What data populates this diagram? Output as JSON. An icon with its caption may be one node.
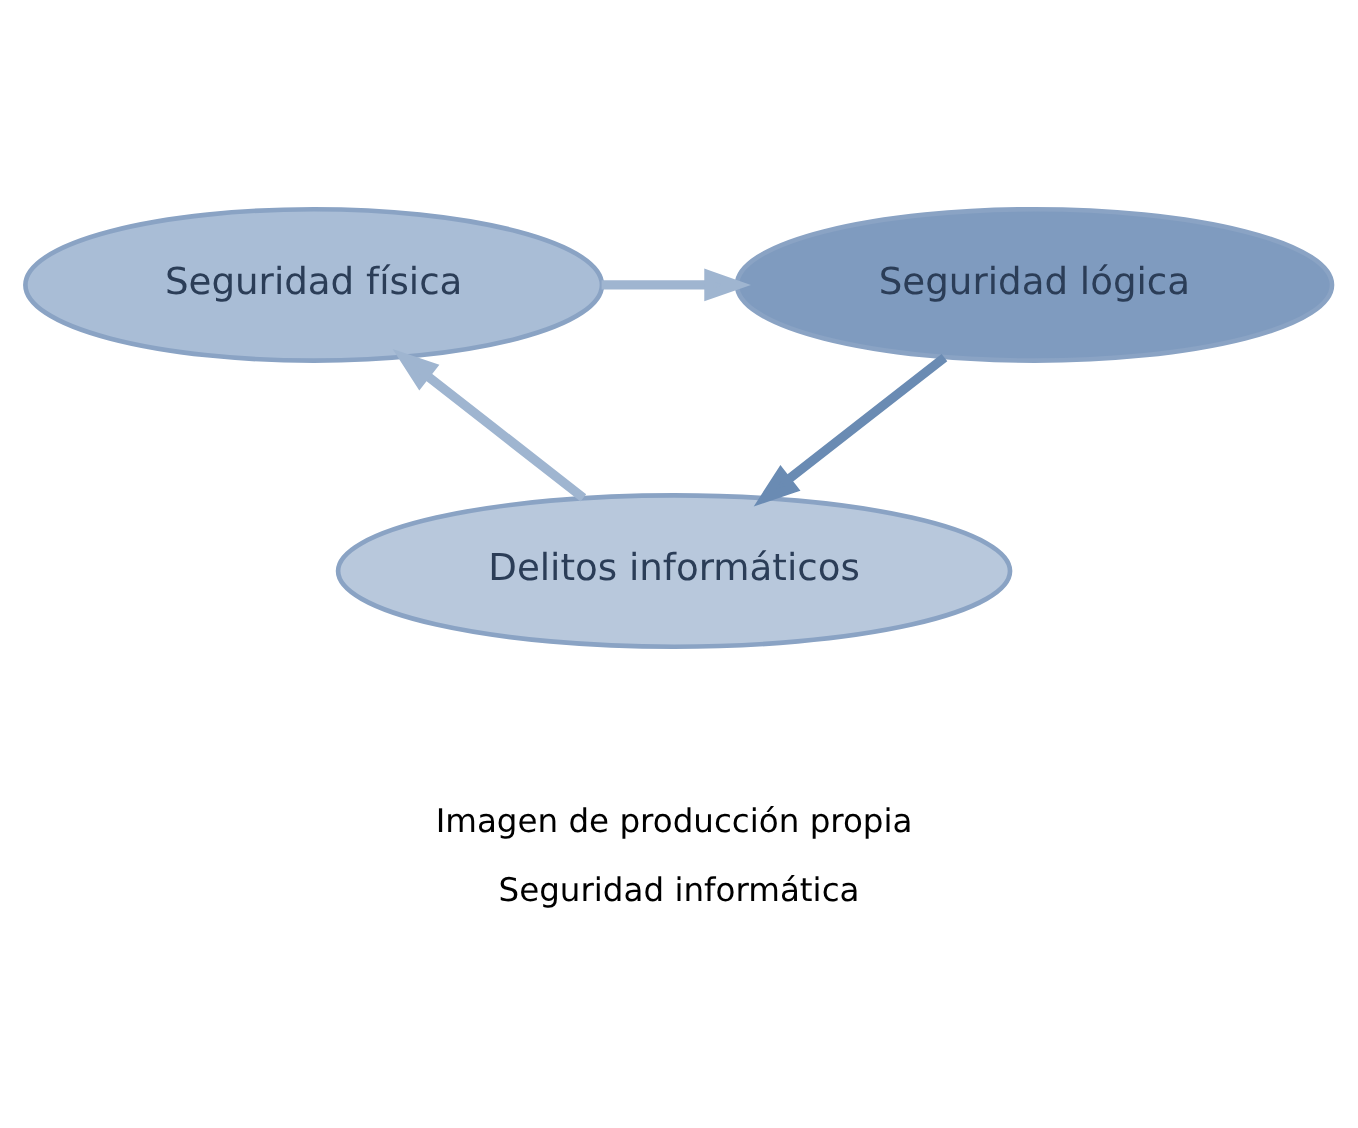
{
  "diagram": {
    "caption": "Seguridad informática",
    "nodes": [
      {
        "text": [
          "Seguridad física"
        ]
      },
      {
        "text": [
          "Seguridad lógica"
        ]
      },
      {
        "text": [
          "Delitos informáticos"
        ]
      }
    ],
    "edges": [
      {
        "from": 0,
        "to": 1,
        "arrow": "to"
      },
      {
        "from": 1,
        "to": 2,
        "arrow": "to",
        "color": "#6a8bb3"
      },
      {
        "from": 2,
        "to": 0,
        "arrow": "to"
      }
    ],
    "labels": [
      "Imagen de producción propia"
    ]
  }
}
